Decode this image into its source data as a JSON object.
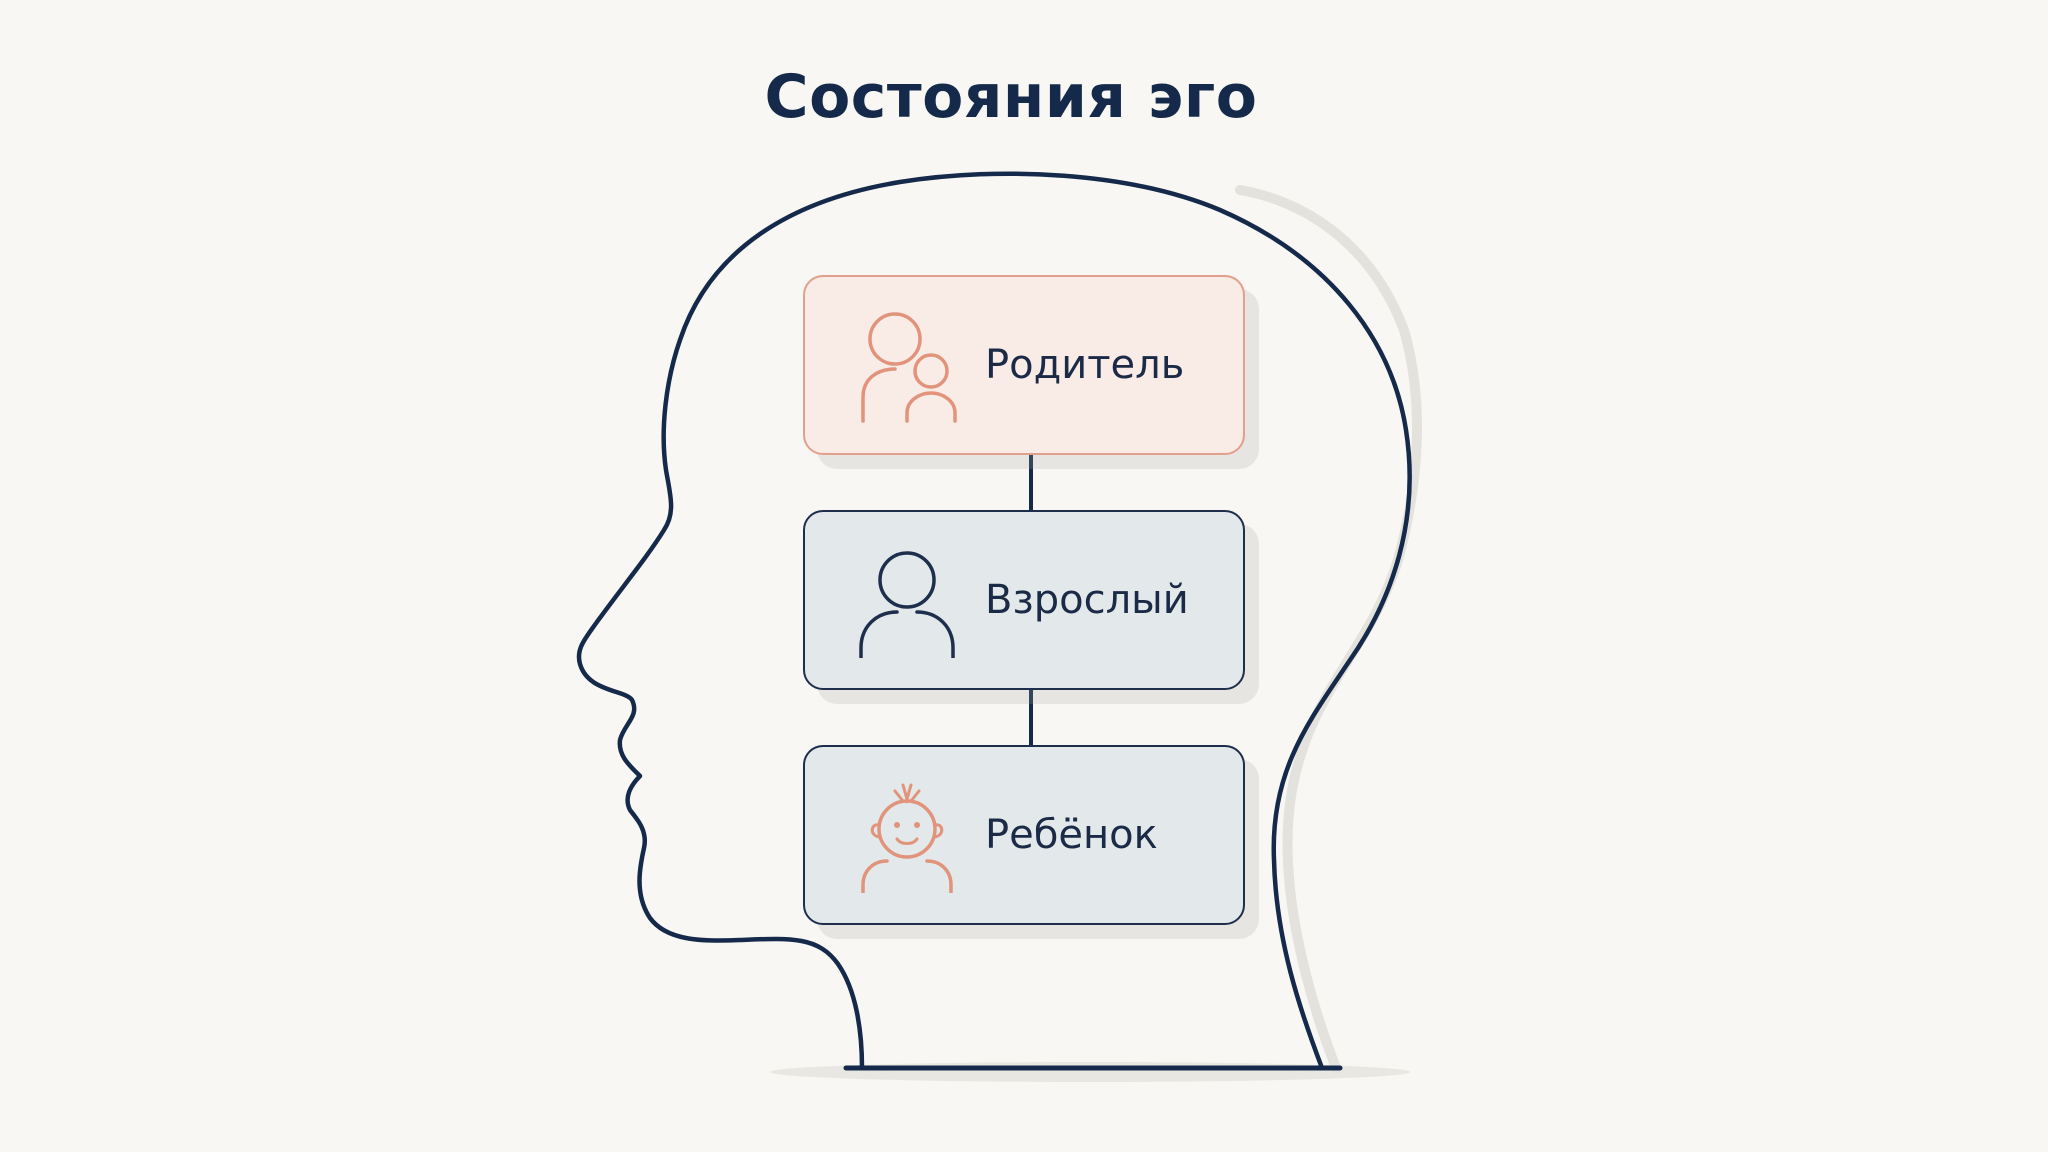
{
  "title": "Состояния эго",
  "ego_states": [
    {
      "label": "Родитель",
      "icon": "parent-child-icon",
      "accent": "#e1937b"
    },
    {
      "label": "Взрослый",
      "icon": "adult-person-icon",
      "accent": "#1e2e4d"
    },
    {
      "label": "Ребёнок",
      "icon": "baby-face-icon",
      "accent": "#e1937b"
    }
  ],
  "colors": {
    "background": "#f8f7f3",
    "outline": "#1e2e4d",
    "parent_fill": "#f9ebe5",
    "neutral_fill": "#e3e9ea"
  }
}
